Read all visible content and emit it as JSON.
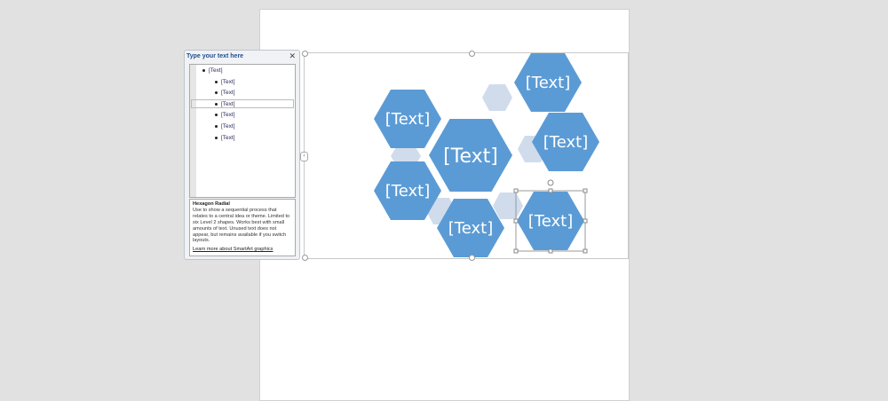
{
  "text_pane": {
    "title": "Type your text here",
    "close": "✕",
    "items": [
      "[Text]",
      "[Text]",
      "[Text]",
      "[Text]",
      "[Text]",
      "[Text]",
      "[Text]"
    ],
    "layout_name": "Hexagon Radial",
    "layout_description": "Use to show a sequential process that relates to a central idea or theme. Limited to six Level 2 shapes. Works best with small amounts of text. Unused text does not appear, but remains available if you switch layouts.",
    "learn_more": "Learn more about SmartArt graphics"
  },
  "expander": "‹",
  "smartart": {
    "center": "[Text]",
    "shapes": [
      "[Text]",
      "[Text]",
      "[Text]",
      "[Text]",
      "[Text]",
      "[Text]"
    ],
    "colors": {
      "hex": "#5b9bd5",
      "light": "#d0dcec",
      "text": "#ffffff"
    }
  }
}
